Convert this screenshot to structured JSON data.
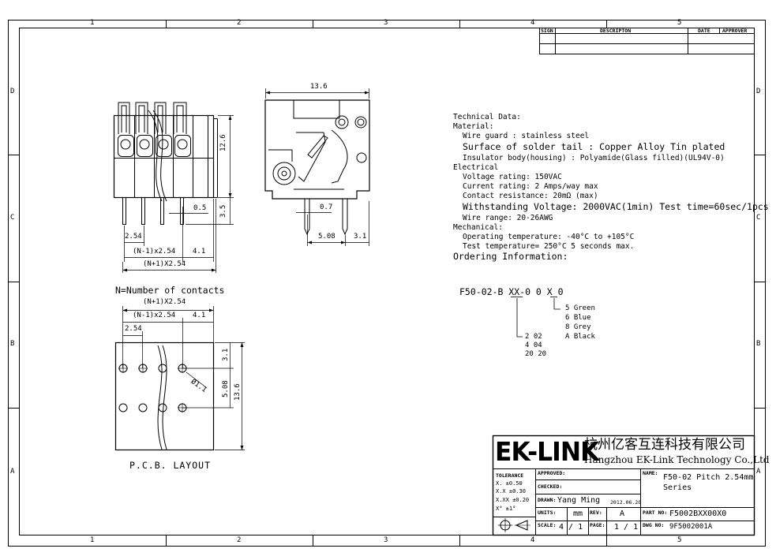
{
  "border": {
    "columns": [
      "1",
      "2",
      "3",
      "4",
      "5"
    ],
    "rows": [
      "D",
      "C",
      "B",
      "A"
    ]
  },
  "revision_table": {
    "headers": [
      "SIGN",
      "DESCRIPTON",
      "DATE",
      "APPROVER"
    ]
  },
  "front_view": {
    "dims": {
      "height_upper": "12.6",
      "height_lower": "3.5",
      "pin_offset": "0.5",
      "pitch": "2.54",
      "n_minus_1": "(N-1)x2.54",
      "end": "4.1",
      "n_plus_1": "(N+1)X2.54"
    }
  },
  "side_view": {
    "dims": {
      "width": "13.6",
      "pin": "0.7",
      "pin_spacing": "5.08",
      "pin_edge": "3.1"
    }
  },
  "pcb": {
    "note": "N=Number of contacts",
    "dims": {
      "n_plus_1": "(N+1)X2.54",
      "n_minus_1": "(N-1)x2.54",
      "end": "4.1",
      "pitch": "2.54",
      "hole": "Ø1.1",
      "row_offset": "3.1",
      "row_spacing": "5.08",
      "height": "13.6"
    },
    "title": "P.C.B. LAYOUT"
  },
  "technical": {
    "lines": [
      {
        "text": "Technical Data:",
        "indent": 0,
        "big": false
      },
      {
        "text": "Material:",
        "indent": 0,
        "big": false
      },
      {
        "text": "Wire guard : stainless  steel",
        "indent": 1,
        "big": false
      },
      {
        "text": "Surface of solder tail : Copper Alloy Tin plated",
        "indent": 1,
        "big": true
      },
      {
        "text": "Insulator body(housing) : Polyamide(Glass filled)(UL94V-0)",
        "indent": 1,
        "big": false
      },
      {
        "text": "Electrical",
        "indent": 0,
        "big": false
      },
      {
        "text": "Voltage rating: 150VAC",
        "indent": 1,
        "big": false
      },
      {
        "text": "Current rating: 2 Amps/way max",
        "indent": 1,
        "big": false
      },
      {
        "text": "Contact resistance: 20mΩ (max)",
        "indent": 1,
        "big": false
      },
      {
        "text": "Withstanding Voltage: 2000VAC(1min) Test time=60sec/1pcs",
        "indent": 1,
        "big": true
      },
      {
        "text": "Wire range: 20-26AWG",
        "indent": 1,
        "big": false
      },
      {
        "text": "Mechanical:",
        "indent": 0,
        "big": false
      },
      {
        "text": "Operating temperature: -40°C to +105°C",
        "indent": 1,
        "big": false
      },
      {
        "text": "Test temperature= 250°C 5 seconds max.",
        "indent": 1,
        "big": false
      },
      {
        "text": "Ordering Information:",
        "indent": 0,
        "big": true
      }
    ]
  },
  "ordering": {
    "code": "F50-02-B XX-0 0 X 0",
    "colors": [
      "5  Green",
      "6  Blue",
      "8  Grey",
      "A  Black"
    ],
    "ways": [
      "2  02",
      "4  04",
      "20  20"
    ]
  },
  "title_block": {
    "logo": "EK-LINK",
    "company_cn": "杭州亿客互连科技有限公司",
    "company_en": "Hangzhou EK-Link Technology Co.,Ltd",
    "tolerance_label": "TOLERANCE",
    "tolerances": [
      "X.    ±0.50",
      "X.X  ±0.30",
      "X.XX ±0.20",
      "X°     ±1°"
    ],
    "approved_label": "APPROVED:",
    "checked_label": "CHECKED:",
    "drawn_label": "DRAWN:",
    "drawn_by": "Yang Ming",
    "date": "2012.06.20",
    "units_label": "UNITS:",
    "units": "mm",
    "rev_label": "REV:",
    "rev": "A",
    "scale_label": "SCALE:",
    "scale": "4 / 1",
    "page_label": "PAGE:",
    "page": "1 / 1",
    "name_label": "NAME:",
    "name_line1": "F50-02 Pitch 2.54mm",
    "name_line2": "Series",
    "partno_label": "PART NO:",
    "partno": "F5002BXX00X0",
    "dwgno_label": "DWG NO:",
    "dwgno": "9F5002001A"
  }
}
